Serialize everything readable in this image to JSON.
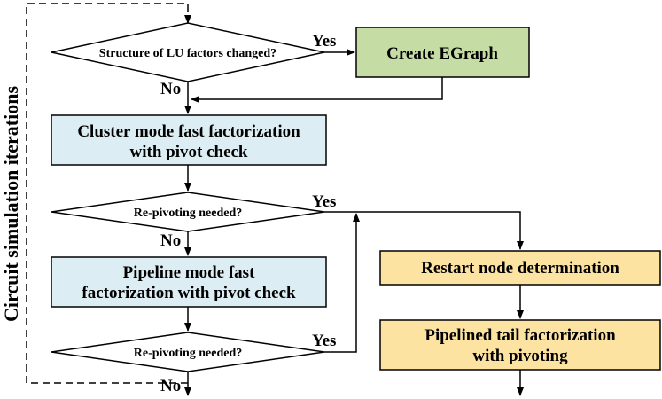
{
  "side_label": "Circuit simulation iterations",
  "colors": {
    "green_fill": "#C5DCA4",
    "blue_fill": "#DCEDF3",
    "yellow_fill": "#FCE3A2",
    "stroke": "#000000"
  },
  "nodes": {
    "decision_structure": "Structure of LU factors changed?",
    "create_egraph": "Create EGraph",
    "cluster_mode": [
      "Cluster mode fast factorization",
      "with pivot check"
    ],
    "decision_repivot_1": "Re-pivoting needed?",
    "pipeline_mode": [
      "Pipeline mode fast",
      "factorization with pivot check"
    ],
    "decision_repivot_2": "Re-pivoting needed?",
    "restart_node": "Restart node determination",
    "pipelined_tail": [
      "Pipelined tail factorization",
      "with pivoting"
    ]
  },
  "edge_labels": {
    "yes_1": "Yes",
    "no_1": "No",
    "yes_2": "Yes",
    "no_2": "No",
    "yes_3": "Yes",
    "no_3": "No"
  }
}
